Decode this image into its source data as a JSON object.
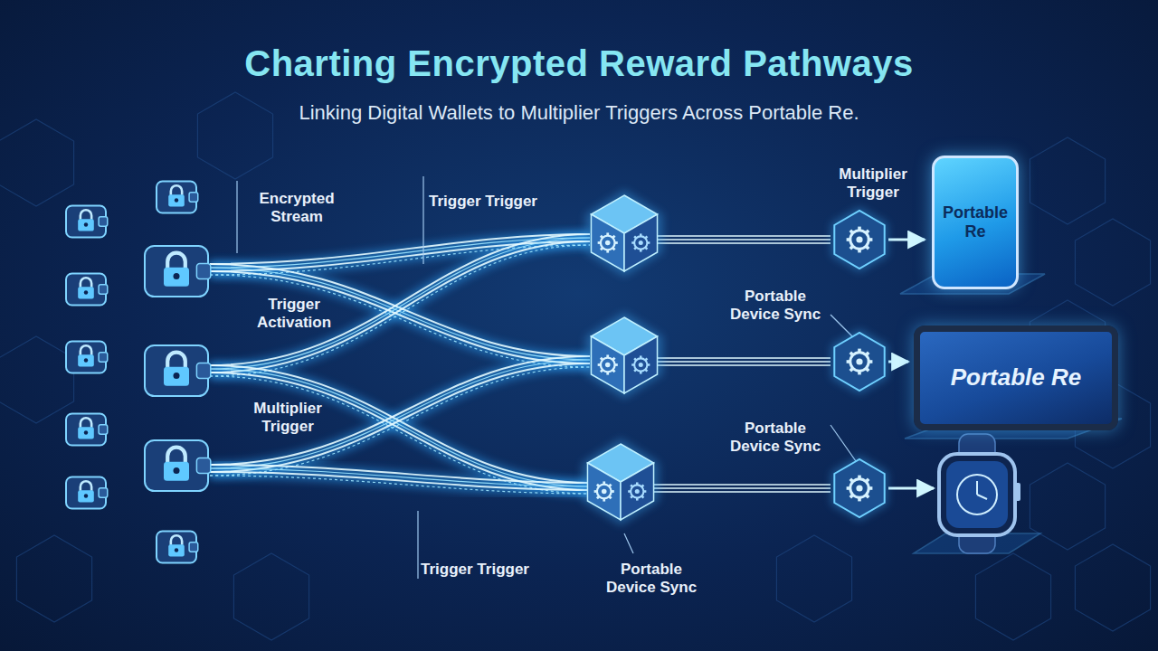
{
  "diagram": {
    "title": "Charting Encrypted Reward Pathways",
    "caption": "Linking Digital Wallets to Multiplier Triggers Across Portable Re.",
    "nodes": [
      {
        "text": [
          "Portable Re"
        ]
      },
      {
        "text": [
          "Portable Re"
        ]
      }
    ],
    "labels": [
      "Multiplier Trigger",
      "Trigger Trigger",
      "Encrypted Stream",
      "Portable Device Sync",
      "Trigger Activation",
      "Multiplier Trigger",
      "Portable Device Sync",
      "Trigger Trigger",
      "Portable Device Sync"
    ]
  }
}
